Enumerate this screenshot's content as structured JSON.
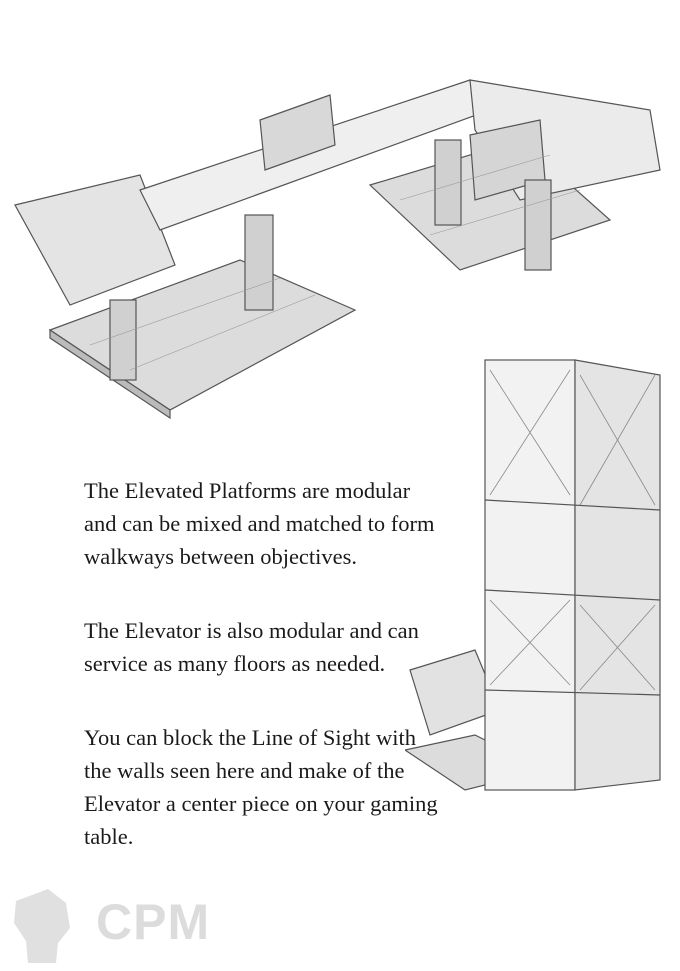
{
  "paragraphs": [
    "The Elevated Platforms are modular and can be mixed and matched to form walkways between objectives.",
    "The Elevator is also modular and can service as many floors as needed.",
    "You can block the Line of Sight with the walls seen here and make of the Elevator a center piece on your gaming table."
  ],
  "logo": {
    "text": "CPM",
    "icon": "fist-icon"
  }
}
